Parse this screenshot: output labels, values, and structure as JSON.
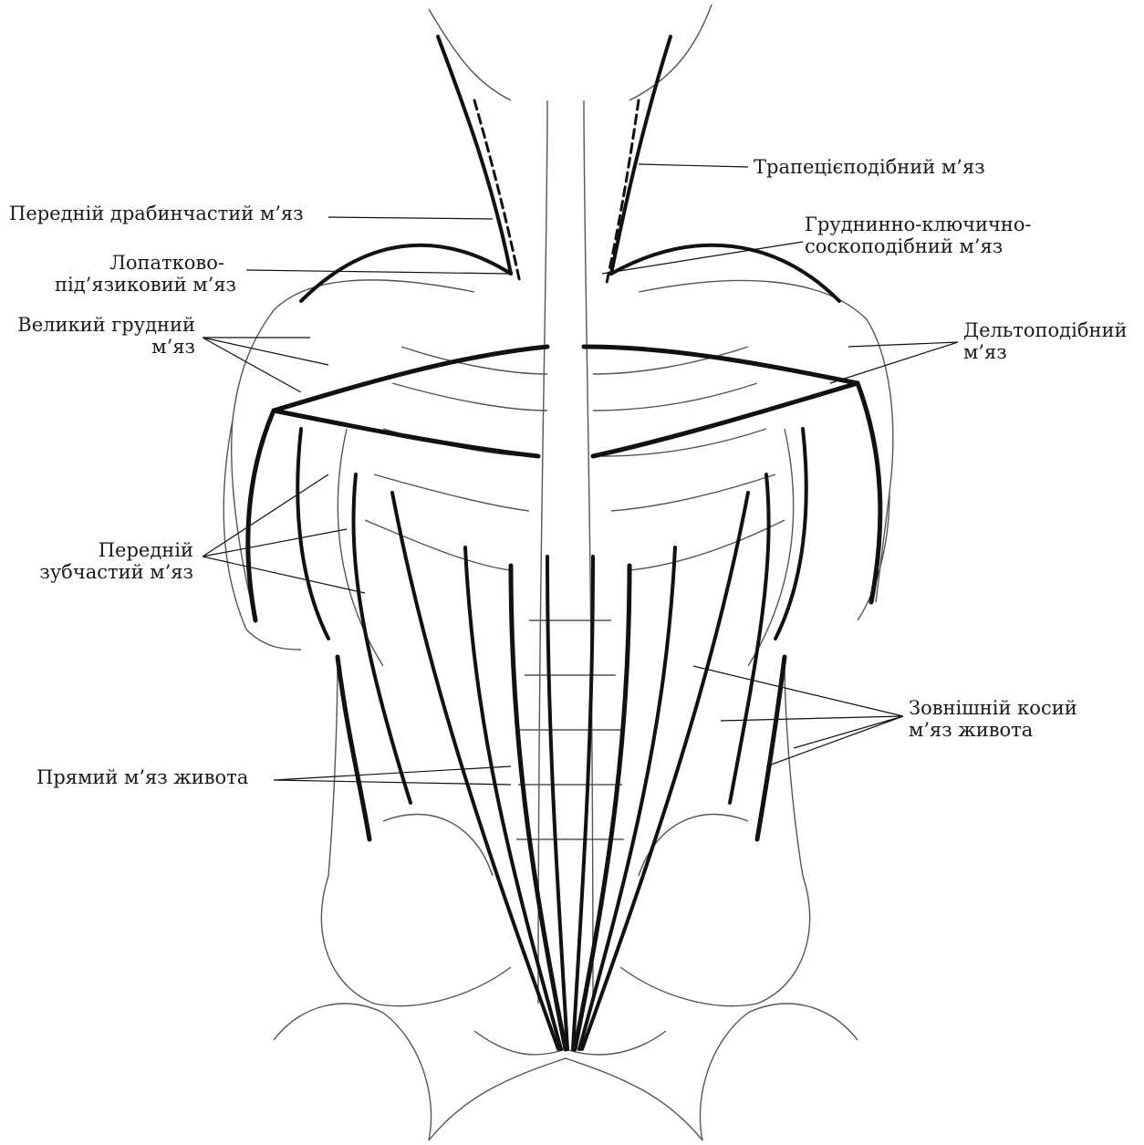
{
  "colors": {
    "ink": "#111111",
    "bone": "#555555",
    "background": "#ffffff"
  },
  "labels": {
    "trapezius": {
      "lines": [
        "Трапецієподібний м’яз"
      ]
    },
    "scalene_anterior": {
      "lines": [
        "Передній драбинчастий м’яз"
      ]
    },
    "sternocleidomastoid": {
      "lines": [
        "Груднинно-ключично-",
        "соскоподібний м’яз"
      ]
    },
    "omohyoid": {
      "lines": [
        "Лопатково-",
        "під’язиковий м’яз"
      ]
    },
    "pectoralis_major": {
      "lines": [
        "Великий грудний",
        "м’яз"
      ]
    },
    "deltoid": {
      "lines": [
        "Дельтоподібний",
        "м’яз"
      ]
    },
    "serratus_anterior": {
      "lines": [
        "Передній",
        "зубчастий м’яз"
      ]
    },
    "external_oblique": {
      "lines": [
        "Зовнішній косий",
        "м’яз живота"
      ]
    },
    "rectus_abdominis": {
      "lines": [
        "Прямий м’яз живота"
      ]
    }
  }
}
